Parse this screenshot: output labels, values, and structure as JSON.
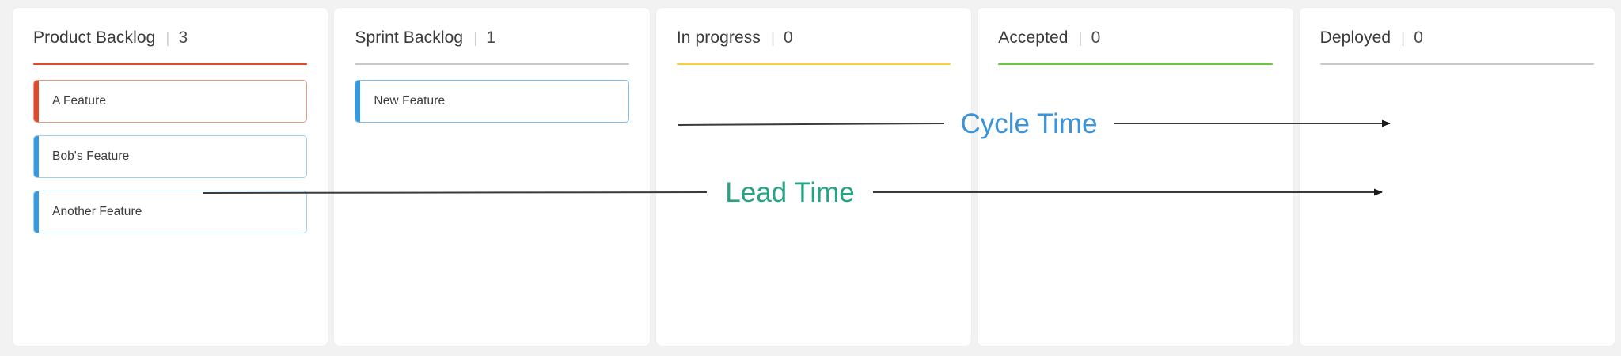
{
  "board": {
    "background_color": "#f2f2f2",
    "columns": [
      {
        "title": "Product Backlog",
        "separator": "|",
        "count": "3",
        "rule_color": "#e0492a",
        "cards": [
          {
            "label": "A Feature",
            "accent_color": "#e0492a",
            "border_color": "#e89a84"
          },
          {
            "label": "Bob's Feature",
            "accent_color": "#359ae0",
            "border_color": "#9dcef0"
          },
          {
            "label": "Another Feature",
            "accent_color": "#359ae0",
            "border_color": "#9dcef0"
          }
        ]
      },
      {
        "title": "Sprint Backlog",
        "separator": "|",
        "count": "1",
        "rule_color": "#c9c9c9",
        "cards": [
          {
            "label": "New Feature",
            "accent_color": "#359ae0",
            "border_color": "#7dbef0"
          }
        ]
      },
      {
        "title": "In progress",
        "separator": "|",
        "count": "0",
        "rule_color": "#f5d142",
        "cards": []
      },
      {
        "title": "Accepted",
        "separator": "|",
        "count": "0",
        "rule_color": "#6cc644",
        "cards": []
      },
      {
        "title": "Deployed",
        "separator": "|",
        "count": "0",
        "rule_color": "#c9c9c9",
        "cards": []
      }
    ]
  },
  "annotations": {
    "cycle_time": {
      "label": "Cycle Time",
      "color": "#3b93d9",
      "line_color": "#3a3a3a"
    },
    "lead_time": {
      "label": "Lead Time",
      "color": "#26a383",
      "line_color": "#3a3a3a"
    }
  }
}
